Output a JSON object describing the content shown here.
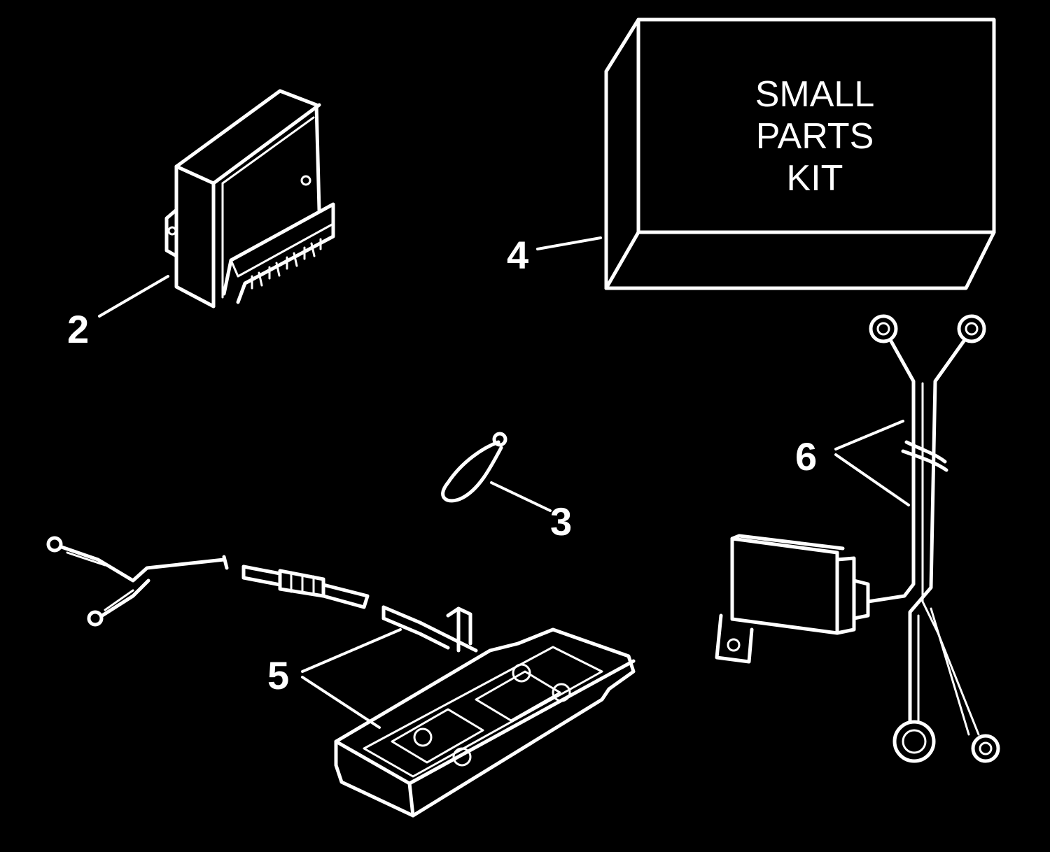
{
  "diagram": {
    "background_color": "#000000",
    "line_color": "#ffffff",
    "parts": [
      {
        "id": "2",
        "callout": "2",
        "icon": "rectifier-module-icon"
      },
      {
        "id": "3",
        "callout": "3",
        "icon": "cable-tie-icon"
      },
      {
        "id": "4",
        "callout": "4",
        "icon": "parts-box-icon",
        "box_label": {
          "line1": "SMALL",
          "line2": "PARTS",
          "line3": "KIT"
        }
      },
      {
        "id": "5",
        "callout": "5",
        "icon": "stator-plate-harness-icon"
      },
      {
        "id": "6",
        "callout": "6",
        "icon": "coil-harness-icon"
      }
    ]
  }
}
